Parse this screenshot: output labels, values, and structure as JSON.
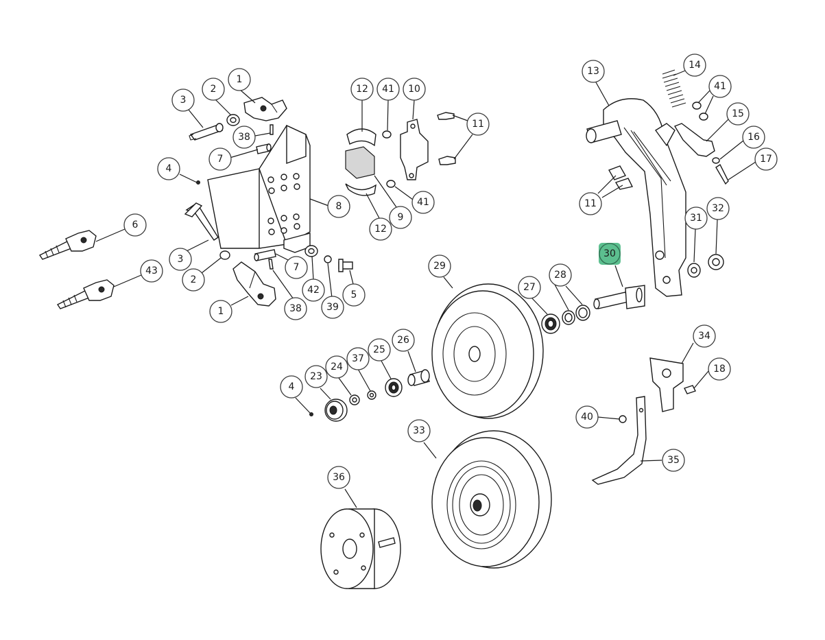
{
  "highlight_color": "#5cbf8f",
  "highlighted_part": "30",
  "callouts": [
    {
      "label": "1",
      "highlighted": false
    },
    {
      "label": "2",
      "highlighted": false
    },
    {
      "label": "3",
      "highlighted": false
    },
    {
      "label": "38",
      "highlighted": false
    },
    {
      "label": "7",
      "highlighted": false
    },
    {
      "label": "4",
      "highlighted": false
    },
    {
      "label": "8",
      "highlighted": false
    },
    {
      "label": "6",
      "highlighted": false
    },
    {
      "label": "43",
      "highlighted": false
    },
    {
      "label": "3",
      "highlighted": false
    },
    {
      "label": "2",
      "highlighted": false
    },
    {
      "label": "1",
      "highlighted": false
    },
    {
      "label": "7",
      "highlighted": false
    },
    {
      "label": "38",
      "highlighted": false
    },
    {
      "label": "42",
      "highlighted": false
    },
    {
      "label": "39",
      "highlighted": false
    },
    {
      "label": "5",
      "highlighted": false
    },
    {
      "label": "12",
      "highlighted": false
    },
    {
      "label": "41",
      "highlighted": false
    },
    {
      "label": "10",
      "highlighted": false
    },
    {
      "label": "11",
      "highlighted": false
    },
    {
      "label": "9",
      "highlighted": false
    },
    {
      "label": "41",
      "highlighted": false
    },
    {
      "label": "12",
      "highlighted": false
    },
    {
      "label": "13",
      "highlighted": false
    },
    {
      "label": "14",
      "highlighted": false
    },
    {
      "label": "41",
      "highlighted": false
    },
    {
      "label": "15",
      "highlighted": false
    },
    {
      "label": "16",
      "highlighted": false
    },
    {
      "label": "17",
      "highlighted": false
    },
    {
      "label": "11",
      "highlighted": false
    },
    {
      "label": "31",
      "highlighted": false
    },
    {
      "label": "32",
      "highlighted": false
    },
    {
      "label": "30",
      "highlighted": true
    },
    {
      "label": "29",
      "highlighted": false
    },
    {
      "label": "28",
      "highlighted": false
    },
    {
      "label": "27",
      "highlighted": false
    },
    {
      "label": "26",
      "highlighted": false
    },
    {
      "label": "25",
      "highlighted": false
    },
    {
      "label": "37",
      "highlighted": false
    },
    {
      "label": "24",
      "highlighted": false
    },
    {
      "label": "23",
      "highlighted": false
    },
    {
      "label": "4",
      "highlighted": false
    },
    {
      "label": "34",
      "highlighted": false
    },
    {
      "label": "18",
      "highlighted": false
    },
    {
      "label": "40",
      "highlighted": false
    },
    {
      "label": "35",
      "highlighted": false
    },
    {
      "label": "33",
      "highlighted": false
    },
    {
      "label": "36",
      "highlighted": false
    }
  ]
}
